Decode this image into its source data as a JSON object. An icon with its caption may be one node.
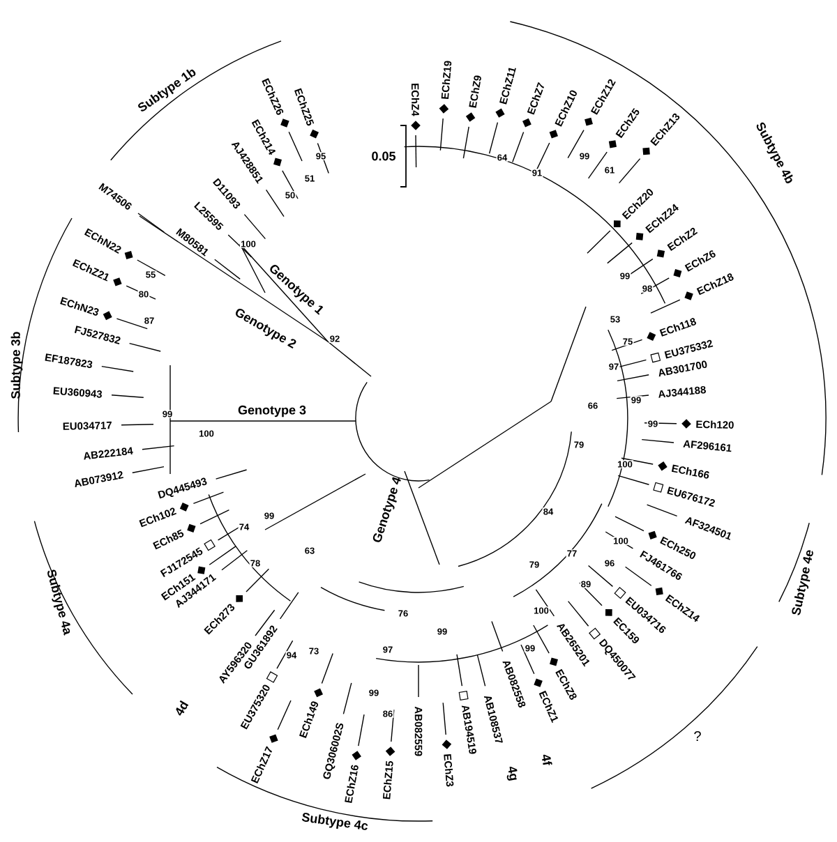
{
  "diagram": {
    "labels": [
      "EChZ4",
      "EChZ19",
      "EChZ9",
      "EChZ11",
      "EChZ7",
      "EChZ10",
      "EChZ12",
      "EChZ5",
      "EChZ13",
      "EChZ20",
      "EChZ24",
      "EChZ2",
      "EChZ6",
      "EChZ18",
      "ECh118",
      "EU375332",
      "AB301700",
      "AJ344188",
      "ECh120",
      "AF296161",
      "ECh166",
      "EU676172",
      "AF324501",
      "ECh250",
      "FJ461766",
      "EChZ14",
      "EU034716",
      "EC159",
      "DQ450077",
      "AB265201",
      "EChZ8",
      "EChZ1",
      "AB082558",
      "AB108537",
      "AB194519",
      "EChZ3",
      "AB082559",
      "EChZ15",
      "EChZ16",
      "GQ306002S",
      "ECh149",
      "EChZ17",
      "EU375320",
      "GU361892",
      "AY596320",
      "ECh273",
      "AJ344171",
      "ECh151",
      "FJ172545",
      "ECh85",
      "ECh102",
      "DQ445493",
      "AB073912",
      "AB222184",
      "EU034717",
      "EU360943",
      "EF187823",
      "FJ527832",
      "EChN23",
      "EChZ21",
      "EChN22",
      "M74506",
      "M80581",
      "L25595",
      "D11093",
      "AJ428851",
      "ECh214",
      "EChZ26",
      "EChZ25",
      "95",
      "51",
      "50",
      "100",
      "92",
      "55",
      "80",
      "87",
      "99",
      "100",
      "99",
      "74",
      "78",
      "63",
      "76",
      "97",
      "73",
      "94",
      "99",
      "86",
      "99",
      "100",
      "99",
      "79",
      "77",
      "89",
      "96",
      "84",
      "79",
      "100",
      "100",
      "99",
      "66",
      "97",
      "99",
      "75",
      "53",
      "99",
      "98",
      "64",
      "91",
      "99",
      "61",
      "Subtype 1b",
      "Genotype 1",
      "Genotype 2",
      "Subtype 3b",
      "Genotype 3",
      "Subtype 4a",
      "Genotype 4",
      "4d",
      "Subtype 4c",
      "4g",
      "4f",
      "?",
      "Subtype 4e",
      "Subtype 4b",
      "0.05"
    ]
  }
}
